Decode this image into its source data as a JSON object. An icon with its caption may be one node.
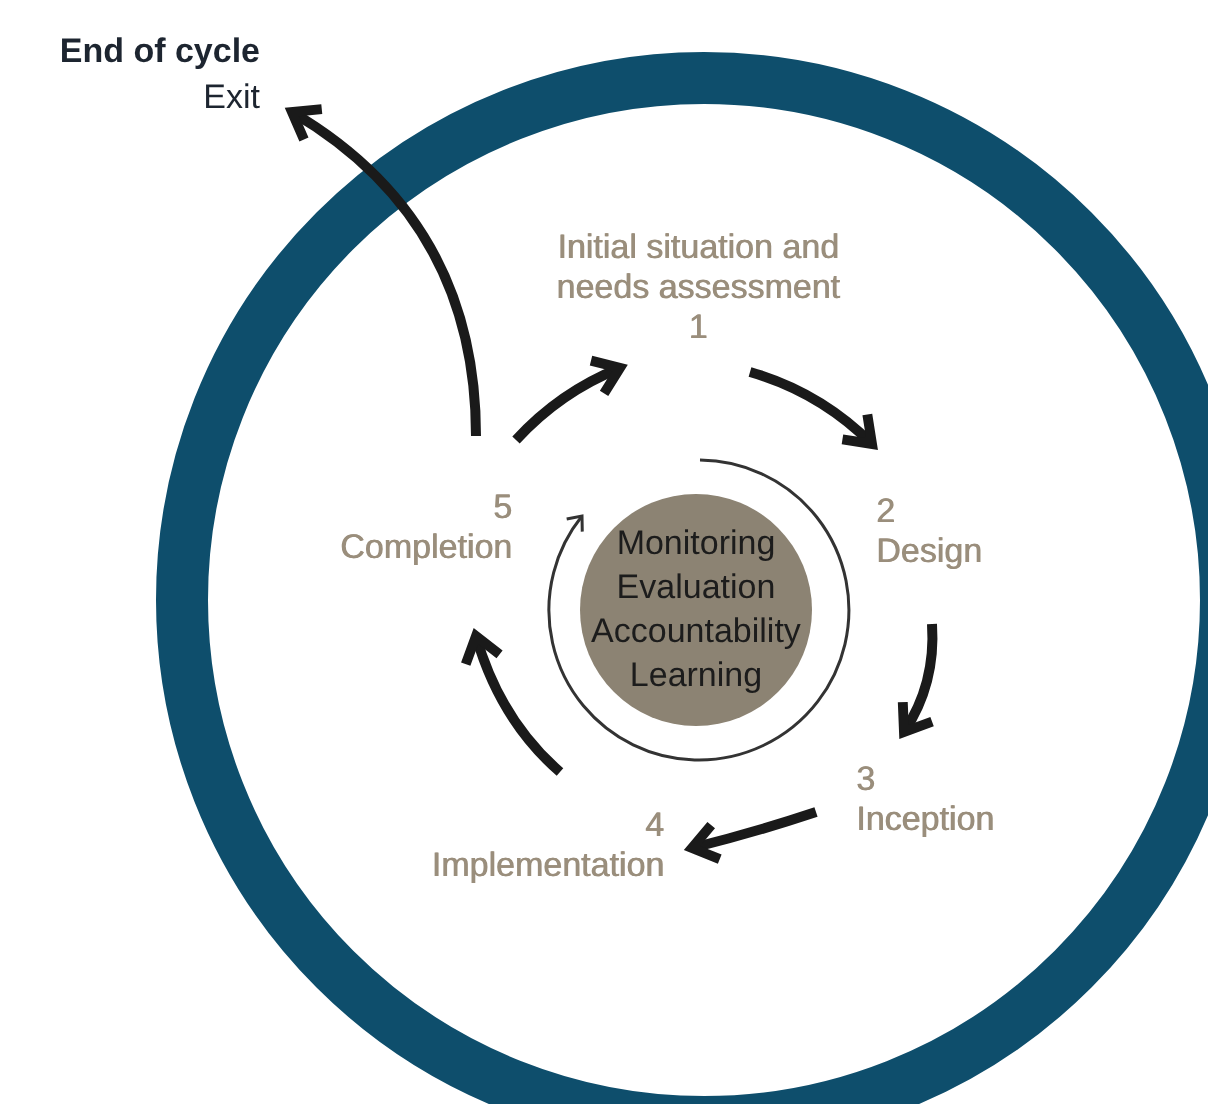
{
  "diagram": {
    "nodes": [
      {
        "text": [],
        "shape": "circle"
      },
      {
        "text": [
          "Initial situation and needs assessment",
          "1"
        ],
        "in": 0
      },
      {
        "text": [
          "2",
          "Design"
        ],
        "in": 0
      },
      {
        "text": [
          "3",
          "Inception"
        ],
        "in": 0
      },
      {
        "text": [
          "4",
          "Implementation"
        ],
        "in": 0
      },
      {
        "text": [
          "5",
          "Completion"
        ],
        "in": 0
      },
      {
        "text": [
          "Monitoring",
          "Evaluation",
          "Accountability",
          "Learning"
        ],
        "in": 0
      },
      {
        "text": [
          "End of cycle",
          "Exit"
        ]
      }
    ],
    "edges": [
      {
        "from": 1,
        "to": 2,
        "arrow": "to"
      },
      {
        "from": 2,
        "to": 3,
        "arrow": "to"
      },
      {
        "from": 3,
        "to": 4,
        "arrow": "to"
      },
      {
        "from": 4,
        "to": 5,
        "arrow": "to"
      },
      {
        "from": 5,
        "to": 1,
        "arrow": "to"
      },
      {
        "from": 5,
        "to": 7,
        "arrow": "to"
      }
    ]
  }
}
